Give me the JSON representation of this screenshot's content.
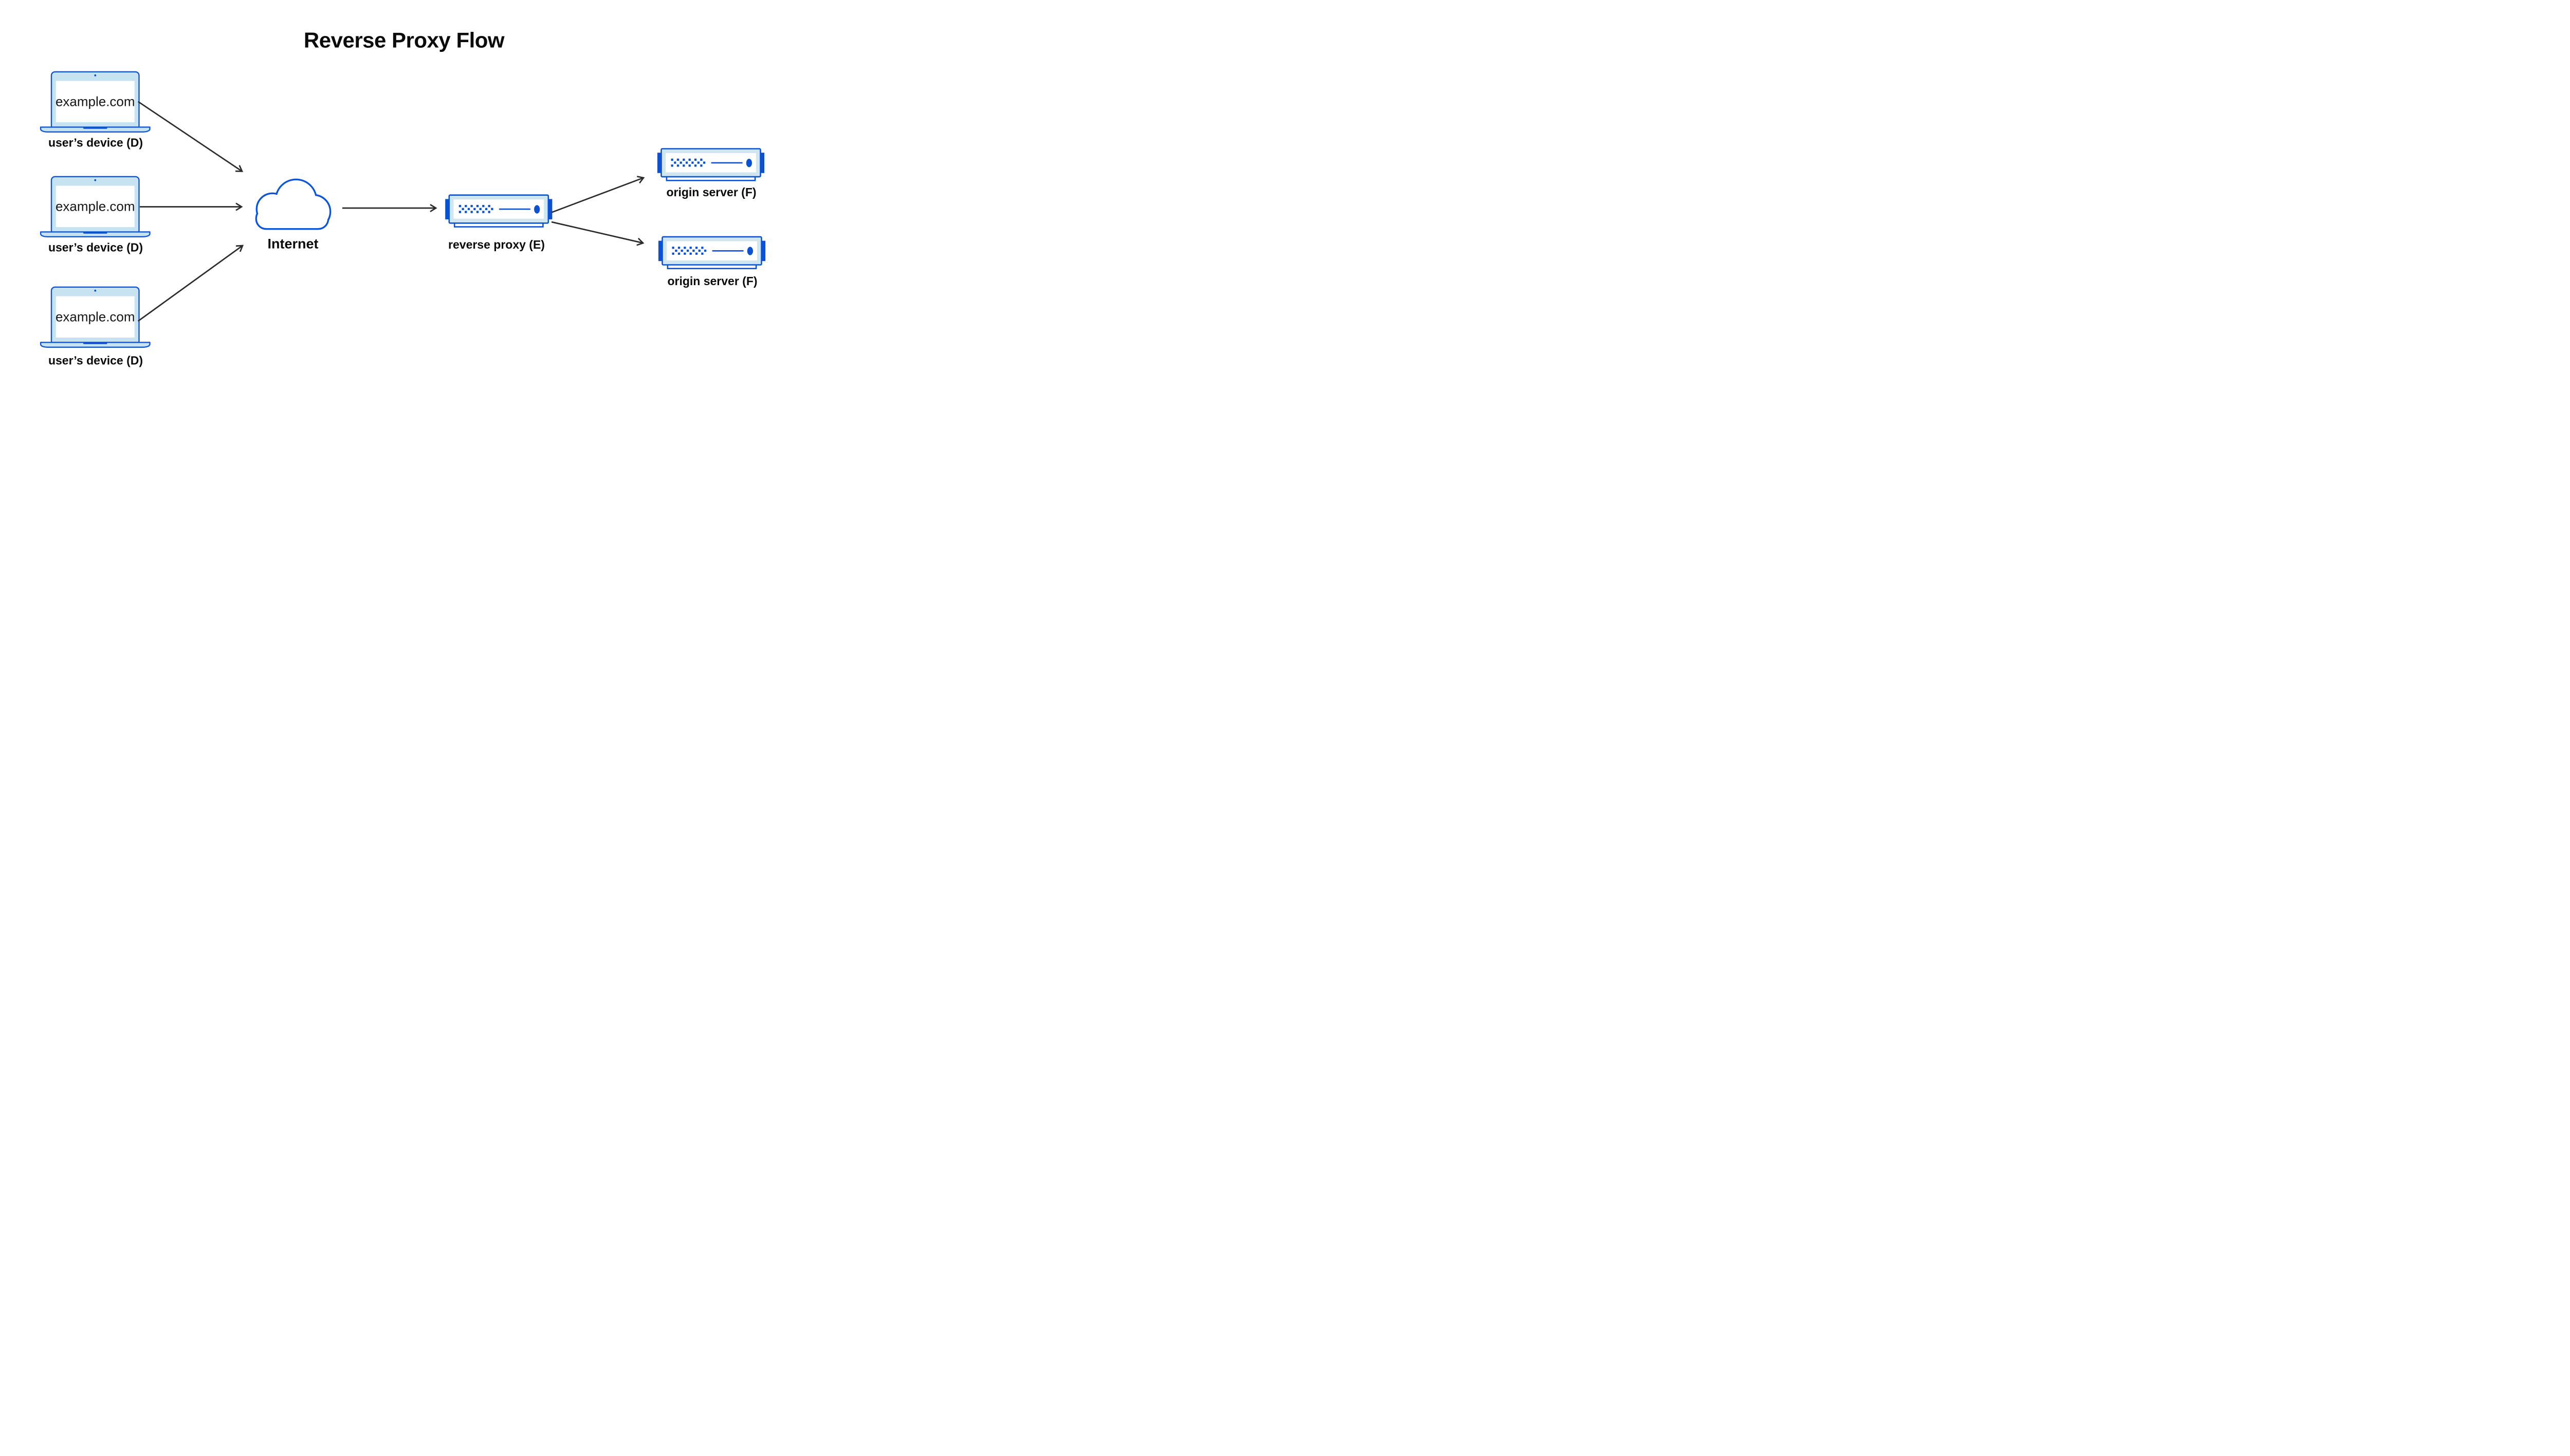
{
  "title": "Reverse Proxy Flow",
  "colors": {
    "stroke_blue": "#0e56d4",
    "solid_blue": "#0c51cf",
    "laptop_fill": "#c7e3f1",
    "server_fill": "#cfe6f1",
    "arrow": "#2b2b2b",
    "text": "#0b0b0b",
    "background": "#ffffff"
  },
  "nodes": {
    "devices": [
      {
        "screen_text": "example.com",
        "label": "user’s device (D)"
      },
      {
        "screen_text": "example.com",
        "label": "user’s device (D)"
      },
      {
        "screen_text": "example.com",
        "label": "user’s device (D)"
      }
    ],
    "internet": {
      "label": "Internet"
    },
    "proxy": {
      "label": "reverse proxy (E)"
    },
    "origins": [
      {
        "label": "origin server (F)"
      },
      {
        "label": "origin server (F)"
      }
    ]
  },
  "arrows": [
    {
      "from": "user-device-1",
      "to": "internet"
    },
    {
      "from": "user-device-2",
      "to": "internet"
    },
    {
      "from": "user-device-3",
      "to": "internet"
    },
    {
      "from": "internet",
      "to": "reverse-proxy"
    },
    {
      "from": "reverse-proxy",
      "to": "origin-server-1"
    },
    {
      "from": "reverse-proxy",
      "to": "origin-server-2"
    }
  ]
}
